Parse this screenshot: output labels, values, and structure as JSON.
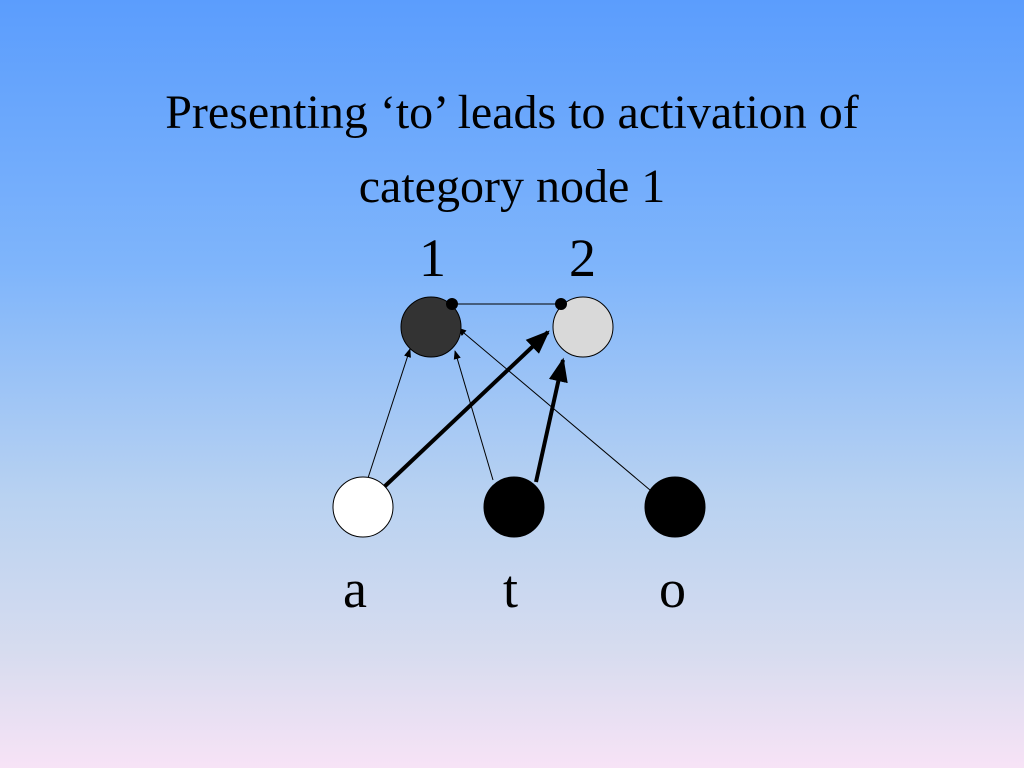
{
  "slide": {
    "title_line1": "Presenting ‘to’ leads to activation of",
    "title_line2": "category node 1"
  },
  "diagram": {
    "category_nodes": [
      {
        "label": "1",
        "color": "#333333",
        "state": "active"
      },
      {
        "label": "2",
        "color": "#d9d9d9",
        "state": "inactive"
      }
    ],
    "input_nodes": [
      {
        "label": "a",
        "color": "#ffffff",
        "state": "off"
      },
      {
        "label": "t",
        "color": "#000000",
        "state": "on"
      },
      {
        "label": "o",
        "color": "#000000",
        "state": "on"
      }
    ],
    "connections": [
      {
        "from": "a",
        "to": "1",
        "weight": "thin"
      },
      {
        "from": "a",
        "to": "2",
        "weight": "thick"
      },
      {
        "from": "t",
        "to": "1",
        "weight": "thin"
      },
      {
        "from": "t",
        "to": "2",
        "weight": "thick"
      },
      {
        "from": "o",
        "to": "1",
        "weight": "thin"
      }
    ],
    "lateral_link": {
      "between": [
        "1",
        "2"
      ],
      "endpoints": "dots"
    }
  }
}
